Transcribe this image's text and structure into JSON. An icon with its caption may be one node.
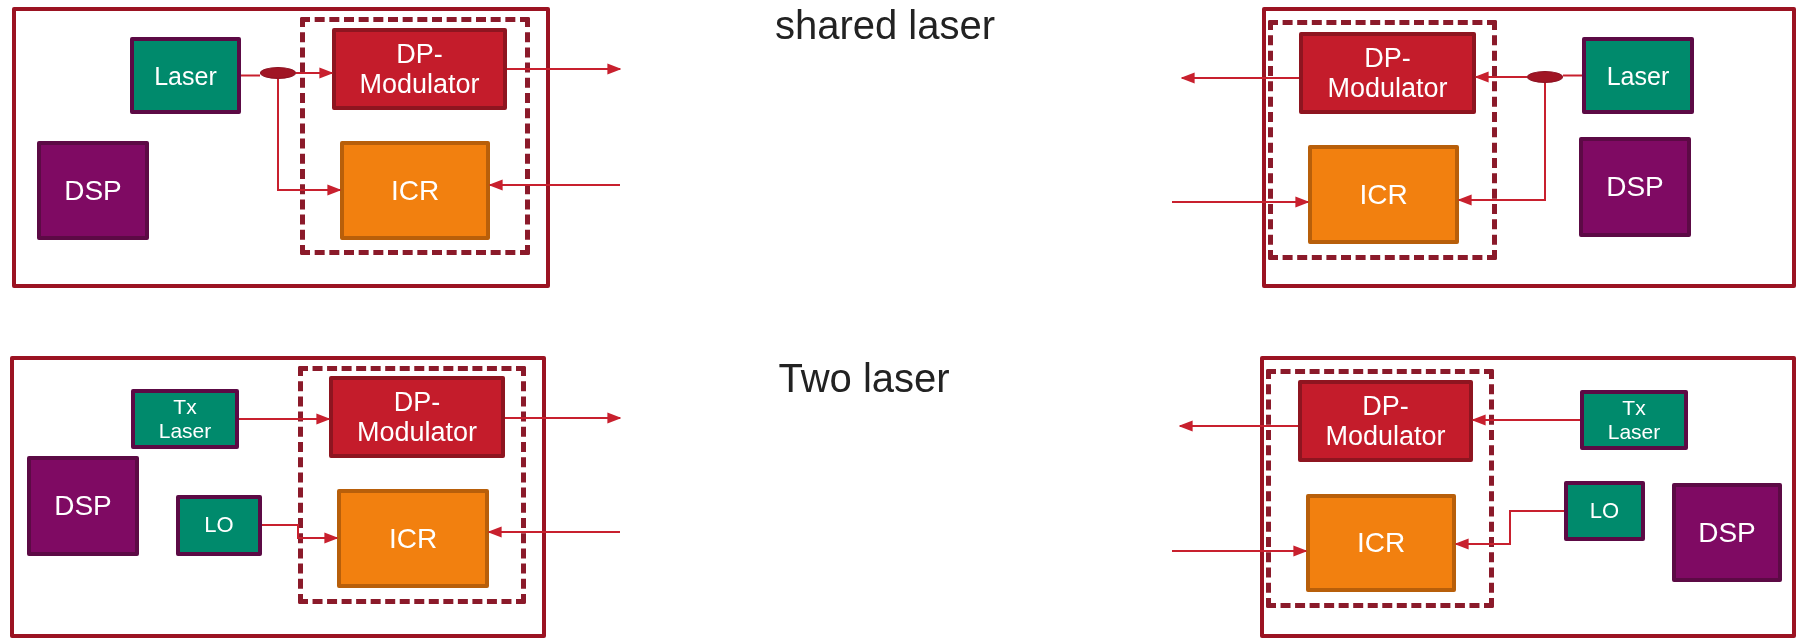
{
  "diagram": {
    "nodes": [
      {
        "text": [],
        "shape": "box"
      },
      {
        "text": [],
        "shape": "box",
        "in": 0
      },
      {
        "text": [
          "Laser"
        ],
        "in": 0
      },
      {
        "text": [],
        "shape": "ellipse",
        "in": 0
      },
      {
        "text": [
          "DP- Modulator"
        ],
        "in": 1
      },
      {
        "text": [
          "DSP"
        ],
        "in": 0
      },
      {
        "text": [
          "ICR"
        ],
        "in": 1
      },
      {
        "text": [],
        "shape": "box"
      },
      {
        "text": [],
        "shape": "box",
        "in": 7
      },
      {
        "text": [
          "DP- Modulator"
        ],
        "in": 8
      },
      {
        "text": [
          "Laser"
        ],
        "in": 7
      },
      {
        "text": [],
        "shape": "ellipse",
        "in": 7
      },
      {
        "text": [
          "ICR"
        ],
        "in": 8
      },
      {
        "text": [
          "DSP"
        ],
        "in": 7
      },
      {
        "text": [],
        "shape": "box"
      },
      {
        "text": [],
        "shape": "box",
        "in": 14
      },
      {
        "text": [
          "Tx Laser"
        ],
        "in": 14
      },
      {
        "text": [
          "DP- Modulator"
        ],
        "in": 15
      },
      {
        "text": [
          "DSP"
        ],
        "in": 14
      },
      {
        "text": [
          "LO"
        ],
        "in": 14
      },
      {
        "text": [
          "ICR"
        ],
        "in": 15
      },
      {
        "text": [],
        "shape": "box"
      },
      {
        "text": [],
        "shape": "box",
        "in": 21
      },
      {
        "text": [
          "DP- Modulator"
        ],
        "in": 22
      },
      {
        "text": [
          "Tx Laser"
        ],
        "in": 21
      },
      {
        "text": [
          "ICR"
        ],
        "in": 22
      },
      {
        "text": [
          "LO"
        ],
        "in": 21
      },
      {
        "text": [
          "DSP"
        ],
        "in": 21
      }
    ],
    "edges": [
      {
        "from": 2,
        "to": 3,
        "arrow": "none"
      },
      {
        "from": 3,
        "to": 4,
        "arrow": "to"
      },
      {
        "from": 3,
        "to": 6,
        "arrow": "to"
      },
      {
        "from": 4,
        "to": null,
        "arrow": "to"
      },
      {
        "from": null,
        "to": 6,
        "arrow": "to"
      },
      {
        "from": 10,
        "to": 11,
        "arrow": "none"
      },
      {
        "from": 11,
        "to": 9,
        "arrow": "to"
      },
      {
        "from": 11,
        "to": 12,
        "arrow": "to"
      },
      {
        "from": 9,
        "to": null,
        "arrow": "to"
      },
      {
        "from": null,
        "to": 12,
        "arrow": "to"
      },
      {
        "from": 16,
        "to": 17,
        "arrow": "to"
      },
      {
        "from": 19,
        "to": 20,
        "arrow": "to"
      },
      {
        "from": 17,
        "to": null,
        "arrow": "to"
      },
      {
        "from": null,
        "to": 20,
        "arrow": "to"
      },
      {
        "from": 24,
        "to": 23,
        "arrow": "to"
      },
      {
        "from": 26,
        "to": 25,
        "arrow": "to"
      },
      {
        "from": 23,
        "to": null,
        "arrow": "to"
      },
      {
        "from": null,
        "to": 25,
        "arrow": "to"
      }
    ],
    "labels": [
      "shared laser",
      "Two laser"
    ]
  }
}
